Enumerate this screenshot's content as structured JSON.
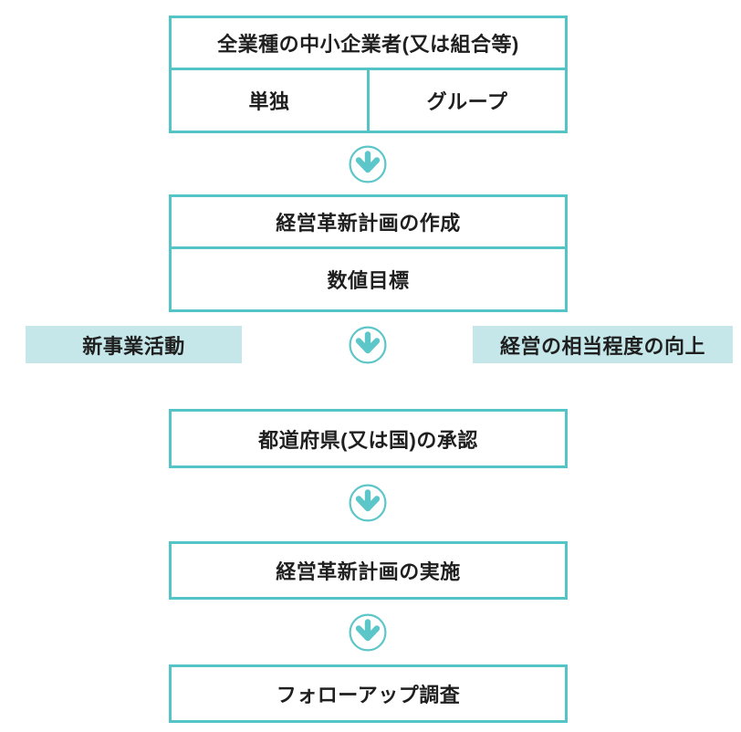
{
  "palette": {
    "border_teal": "#54c4c7",
    "fill_light_teal": "#c5e7e9",
    "arrow_teal": "#5cc6c9",
    "text": "#1f1f1f",
    "background": "#ffffff"
  },
  "flow": {
    "applicants": {
      "title": "全業種の中小企業者(又は組合等)",
      "cells": [
        "単独",
        "グループ"
      ]
    },
    "plan": {
      "title": "経営革新計画の作成",
      "sub": "数値目標"
    },
    "side_labels": {
      "left": "新事業活動",
      "right": "経営の相当程度の向上"
    },
    "approval": "都道府県(又は国)の承認",
    "implementation": "経営革新計画の実施",
    "followup": "フォローアップ調査"
  },
  "icons": {
    "down_arrow": "down-arrow-icon"
  }
}
